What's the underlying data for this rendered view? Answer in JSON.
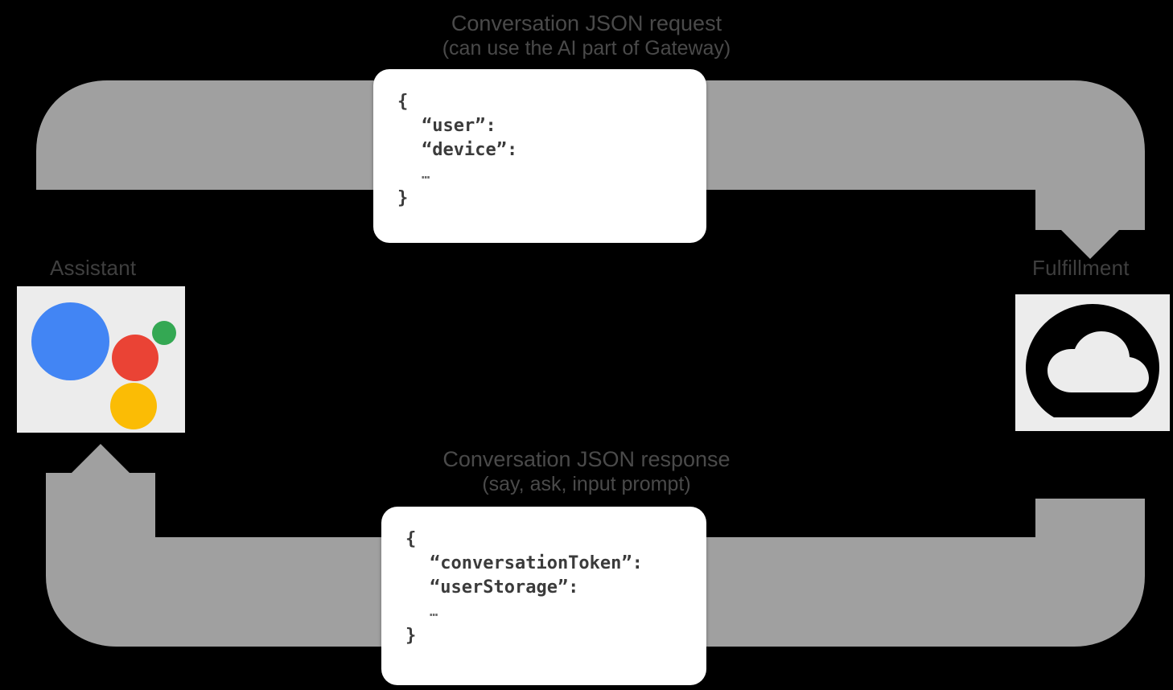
{
  "diagram": {
    "title_request": {
      "line1": "Conversation JSON request",
      "line2": "(can use the AI part of Gateway)"
    },
    "title_response": {
      "line1": "Conversation JSON response",
      "line2": "(say, ask, input prompt)"
    },
    "nodes": {
      "assistant": {
        "label": "Assistant",
        "icon": "google-assistant-icon",
        "tile_bg": "#ececec",
        "dots": [
          {
            "name": "blue-dot",
            "color": "#4285F4"
          },
          {
            "name": "red-dot",
            "color": "#EA4335"
          },
          {
            "name": "green-dot",
            "color": "#34A853"
          },
          {
            "name": "yellow-dot",
            "color": "#FBBC05"
          }
        ]
      },
      "fulfillment": {
        "label": "Fulfillment",
        "icon": "cloud-functions-icon",
        "tile_bg": "#ececec",
        "mark_color": "#000000"
      }
    },
    "request_payload": {
      "open_brace": "{",
      "keys": [
        "“user”:",
        "“device”:"
      ],
      "ellipsis": "…",
      "close_brace": "}"
    },
    "response_payload": {
      "open_brace": "{",
      "keys": [
        "“conversationToken”:",
        "“userStorage”:"
      ],
      "ellipsis": "…",
      "close_brace": "}"
    },
    "arrows": {
      "request_arrow_name": "request-flow-arrow",
      "response_arrow_name": "response-flow-arrow",
      "color": "#a0a0a0"
    },
    "colors": {
      "background": "#000000",
      "arrow": "#a0a0a0",
      "text": "#3f3f3f",
      "card": "#ffffff"
    }
  }
}
